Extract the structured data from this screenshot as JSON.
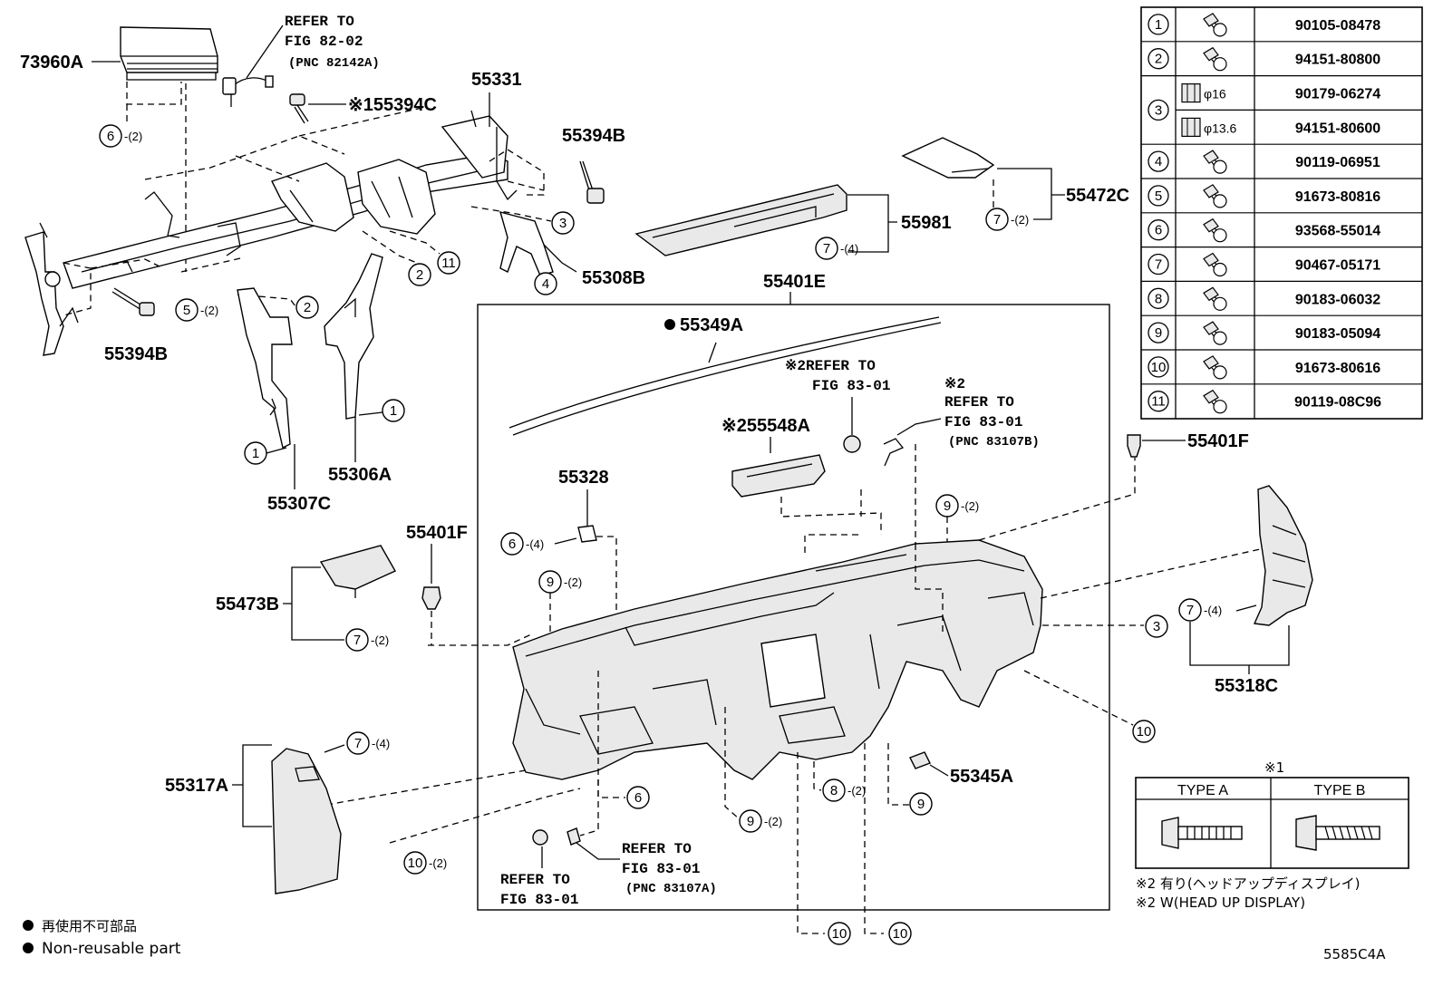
{
  "labels": {
    "p73960A": "73960A",
    "p55331": "55331",
    "p55394C": "※155394C",
    "p55394B_top": "55394B",
    "p55394B_left": "55394B",
    "p55308B": "55308B",
    "p55306A": "55306A",
    "p55307C": "55307C",
    "p55981": "55981",
    "p55472C": "55472C",
    "p55401E": "55401E",
    "p55349A": "55349A",
    "p55548A": "※255548A",
    "p55328": "55328",
    "p55401F_left": "55401F",
    "p55401F_right": "55401F",
    "p55473B": "55473B",
    "p55318C": "55318C",
    "p55317A": "55317A",
    "p55345A": "55345A"
  },
  "refs": {
    "fig82_line1": "REFER TO",
    "fig82_line2": "FIG 82-02",
    "fig82_line3": "(PNC 82142A)",
    "fig83_a_line1": "※2REFER TO",
    "fig83_a_line2": "FIG 83-01",
    "fig83_b_line0": "※2",
    "fig83_b_line1": "REFER TO",
    "fig83_b_line2": "FIG 83-01",
    "fig83_b_line3": "(PNC 83107B)",
    "fig83_c_line1": "REFER TO",
    "fig83_c_line2": "FIG 83-01",
    "fig83_c_line3": "(PNC 83107A)",
    "fig83_d_line1": "REFER TO",
    "fig83_d_line2": "FIG 83-01"
  },
  "callouts": {
    "c6_top": {
      "num": "6",
      "qty": "-(2)"
    },
    "c5_left": {
      "num": "5",
      "qty": "-(2)"
    },
    "c3_top": {
      "num": "3"
    },
    "c2_a": {
      "num": "2"
    },
    "c11_a": {
      "num": "11"
    },
    "c4_a": {
      "num": "4"
    },
    "c2_b": {
      "num": "2"
    },
    "c1_a": {
      "num": "1"
    },
    "c1_b": {
      "num": "1"
    },
    "c7_55981": {
      "num": "7",
      "qty": "-(4)"
    },
    "c7_55472C": {
      "num": "7",
      "qty": "-(2)"
    },
    "c9_r": {
      "num": "9",
      "qty": "-(2)"
    },
    "c6_mid": {
      "num": "6",
      "qty": "-(4)"
    },
    "c9_l": {
      "num": "9",
      "qty": "-(2)"
    },
    "c7_55473B": {
      "num": "7",
      "qty": "-(2)"
    },
    "c3_r": {
      "num": "3"
    },
    "c7_55318C": {
      "num": "7",
      "qty": "-(4)"
    },
    "c10_r": {
      "num": "10"
    },
    "c7_55317A": {
      "num": "7",
      "qty": "-(4)"
    },
    "c6_bot": {
      "num": "6"
    },
    "c8_bot": {
      "num": "8",
      "qty": "-(2)"
    },
    "c9_bot_r": {
      "num": "9"
    },
    "c9_bot_m": {
      "num": "9",
      "qty": "-(2)"
    },
    "c10_l": {
      "num": "10",
      "qty": "-(2)"
    },
    "c10_b1": {
      "num": "10"
    },
    "c10_b2": {
      "num": "10"
    }
  },
  "fastener_table": [
    {
      "num": "1",
      "part": "90105-08478"
    },
    {
      "num": "2",
      "part": "94151-80800"
    },
    {
      "num": "3",
      "part": "90179-06274",
      "size": "φ16"
    },
    {
      "num": "3",
      "part": "94151-80600",
      "size": "φ13.6"
    },
    {
      "num": "4",
      "part": "90119-06951"
    },
    {
      "num": "5",
      "part": "91673-80816"
    },
    {
      "num": "6",
      "part": "93568-55014"
    },
    {
      "num": "7",
      "part": "90467-05171"
    },
    {
      "num": "8",
      "part": "90183-06032"
    },
    {
      "num": "9",
      "part": "90183-05094"
    },
    {
      "num": "10",
      "part": "91673-80616"
    },
    {
      "num": "11",
      "part": "90119-08C96"
    }
  ],
  "type_table": {
    "mark": "※1",
    "type_a": "TYPE A",
    "type_b": "TYPE B"
  },
  "notes": {
    "hud_jp": "※2 有り(ヘッドアップディスプレイ)",
    "hud_en": "※2 W(HEAD UP DISPLAY)",
    "legend_jp": "再使用不可部品",
    "legend_en": "Non-reusable part",
    "diagram_code": "5585C4A"
  }
}
